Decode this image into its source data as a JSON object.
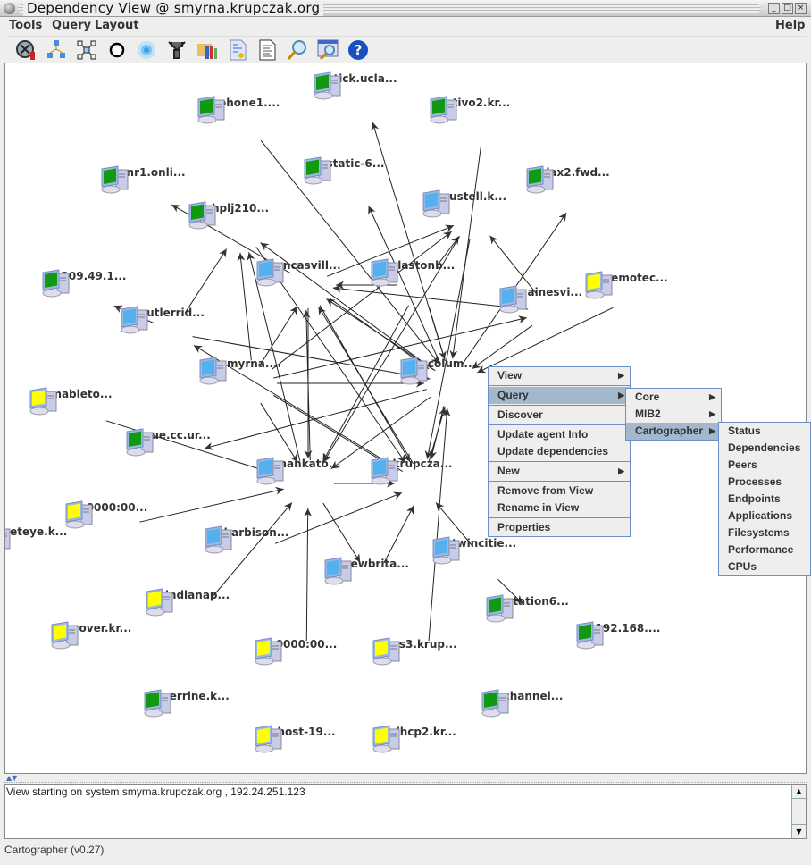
{
  "window": {
    "title": "Dependency View @ smyrna.krupczak.org"
  },
  "menubar": {
    "tools": "Tools",
    "query": "Query",
    "layout": "Layout",
    "help": "Help"
  },
  "toolbar": [
    "zoom-fit-icon",
    "tree-layout-icon",
    "grid-layout-icon",
    "circle-layout-icon",
    "radial-layout-icon",
    "filter-icon",
    "folder-icon",
    "report-icon",
    "document-icon",
    "search-icon",
    "search-window-icon",
    "help-icon"
  ],
  "colors": {
    "green": "#119911",
    "yellow": "#ffff00",
    "blue": "#55b0f0",
    "menu_highlight": "#a3b8cc",
    "menu_border": "#6c8ec9"
  },
  "nodes": [
    {
      "id": "tick",
      "label": "tick.ucla...",
      "color": "green"
    },
    {
      "id": "phone1",
      "label": "phone1....",
      "color": "green"
    },
    {
      "id": "tivo2",
      "label": "tivo2.kr...",
      "color": "green"
    },
    {
      "id": "static",
      "label": "static-6...",
      "color": "green"
    },
    {
      "id": "cnr1",
      "label": "cnr1.onli...",
      "color": "green"
    },
    {
      "id": "iax2",
      "label": "iax2.fwd...",
      "color": "green"
    },
    {
      "id": "hplj",
      "label": "hplj210...",
      "color": "green"
    },
    {
      "id": "austell",
      "label": "austell.k...",
      "color": "blue"
    },
    {
      "id": "uncas",
      "label": "uncasvill...",
      "color": "blue"
    },
    {
      "id": "glast",
      "label": "glastonb...",
      "color": "blue"
    },
    {
      "id": "ip209",
      "label": "209.49.1...",
      "color": "green"
    },
    {
      "id": "gaines",
      "label": "gainesvi...",
      "color": "blue"
    },
    {
      "id": "remotec",
      "label": "remotec...",
      "color": "yellow"
    },
    {
      "id": "cutler",
      "label": "cutlerrid...",
      "color": "blue"
    },
    {
      "id": "smyrna",
      "label": "smyrna....",
      "color": "blue"
    },
    {
      "id": "colum",
      "label": "colum...",
      "color": "blue"
    },
    {
      "id": "mableto",
      "label": "mableto...",
      "color": "yellow"
    },
    {
      "id": "sue",
      "label": "sue.cc.ur...",
      "color": "green"
    },
    {
      "id": "mankato",
      "label": "mankato...",
      "color": "blue"
    },
    {
      "id": "krupcza",
      "label": "krupcza...",
      "color": "blue"
    },
    {
      "id": "z1",
      "label": "0000:00...",
      "color": "yellow"
    },
    {
      "id": "neteye",
      "label": "neteye.k...",
      "color": "yellow"
    },
    {
      "id": "harbison",
      "label": "harbison...",
      "color": "blue"
    },
    {
      "id": "twin",
      "label": "twincitie...",
      "color": "blue"
    },
    {
      "id": "newbrit",
      "label": "newbrita...",
      "color": "blue"
    },
    {
      "id": "indianap",
      "label": "indianap...",
      "color": "yellow"
    },
    {
      "id": "station6",
      "label": "station6...",
      "color": "green"
    },
    {
      "id": "rover",
      "label": "rover.kr...",
      "color": "yellow"
    },
    {
      "id": "ip192",
      "label": "192.168....",
      "color": "green"
    },
    {
      "id": "z2",
      "label": "0000:00...",
      "color": "yellow"
    },
    {
      "id": "ps3",
      "label": "ps3.krup...",
      "color": "yellow"
    },
    {
      "id": "perrine",
      "label": "perrine.k...",
      "color": "green"
    },
    {
      "id": "channel",
      "label": "channel...",
      "color": "green"
    },
    {
      "id": "host",
      "label": "host-19...",
      "color": "yellow"
    },
    {
      "id": "dhcp2",
      "label": "dhcp2.kr...",
      "color": "yellow"
    }
  ],
  "edges": [
    [
      "phone1",
      "colum"
    ],
    [
      "colum",
      "tick"
    ],
    [
      "tivo2",
      "colum"
    ],
    [
      "colum",
      "static"
    ],
    [
      "cutler",
      "hplj"
    ],
    [
      "smyrna",
      "hplj"
    ],
    [
      "mankato",
      "hplj"
    ],
    [
      "colum",
      "hplj"
    ],
    [
      "uncas",
      "cnr1"
    ],
    [
      "colum",
      "iax2"
    ],
    [
      "glast",
      "austell"
    ],
    [
      "smyrna",
      "austell"
    ],
    [
      "uncas",
      "austell"
    ],
    [
      "gaines",
      "austell"
    ],
    [
      "colum",
      "uncas"
    ],
    [
      "glast",
      "uncas"
    ],
    [
      "gaines",
      "uncas"
    ],
    [
      "krupcza",
      "uncas"
    ],
    [
      "smyrna",
      "uncas"
    ],
    [
      "smyrna",
      "gaines"
    ],
    [
      "cutler",
      "ip209"
    ],
    [
      "remotec",
      "colum"
    ],
    [
      "gaines",
      "colum"
    ],
    [
      "smyrna",
      "colum"
    ],
    [
      "cutler",
      "colum"
    ],
    [
      "krupcza",
      "cutler"
    ],
    [
      "smyrna",
      "krupcza"
    ],
    [
      "smyrna",
      "mankato"
    ],
    [
      "uncas",
      "mankato"
    ],
    [
      "mankato",
      "uncas"
    ],
    [
      "glast",
      "mankato"
    ],
    [
      "austell",
      "krupcza"
    ],
    [
      "mableto",
      "mankato"
    ],
    [
      "colum",
      "sue"
    ],
    [
      "z1",
      "mankato"
    ],
    [
      "mankato",
      "krupcza"
    ],
    [
      "harbison",
      "krupcza"
    ],
    [
      "indianap",
      "mankato"
    ],
    [
      "mankato",
      "newbrit"
    ],
    [
      "newbrit",
      "krupcza"
    ],
    [
      "z2",
      "mankato"
    ],
    [
      "ps3",
      "colum"
    ],
    [
      "colum",
      "krupcza"
    ],
    [
      "krupcza",
      "colum"
    ],
    [
      "twin",
      "krupcza"
    ],
    [
      "twin",
      "station6"
    ],
    [
      "uncas",
      "krupcza"
    ],
    [
      "hplj",
      "krupcza"
    ],
    [
      "austell",
      "mankato"
    ],
    [
      "glast",
      "colum"
    ],
    [
      "uncas",
      "colum"
    ],
    [
      "colum",
      "mankato"
    ]
  ],
  "context_menu": {
    "items": [
      "View",
      "Query",
      "Discover",
      "Update agent Info",
      "Update dependencies",
      "New",
      "Remove from View",
      "Rename in View",
      "Properties"
    ],
    "query_sub": [
      "Core",
      "MIB2",
      "Cartographer"
    ],
    "cartographer_sub": [
      "Status",
      "Dependencies",
      "Peers",
      "Processes",
      "Endpoints",
      "Applications",
      "Filesystems",
      "Performance",
      "CPUs"
    ]
  },
  "log": {
    "text": "View starting on system smyrna.krupczak.org , 192.24.251.123"
  },
  "status": {
    "text": "Cartographer (v0.27)"
  }
}
